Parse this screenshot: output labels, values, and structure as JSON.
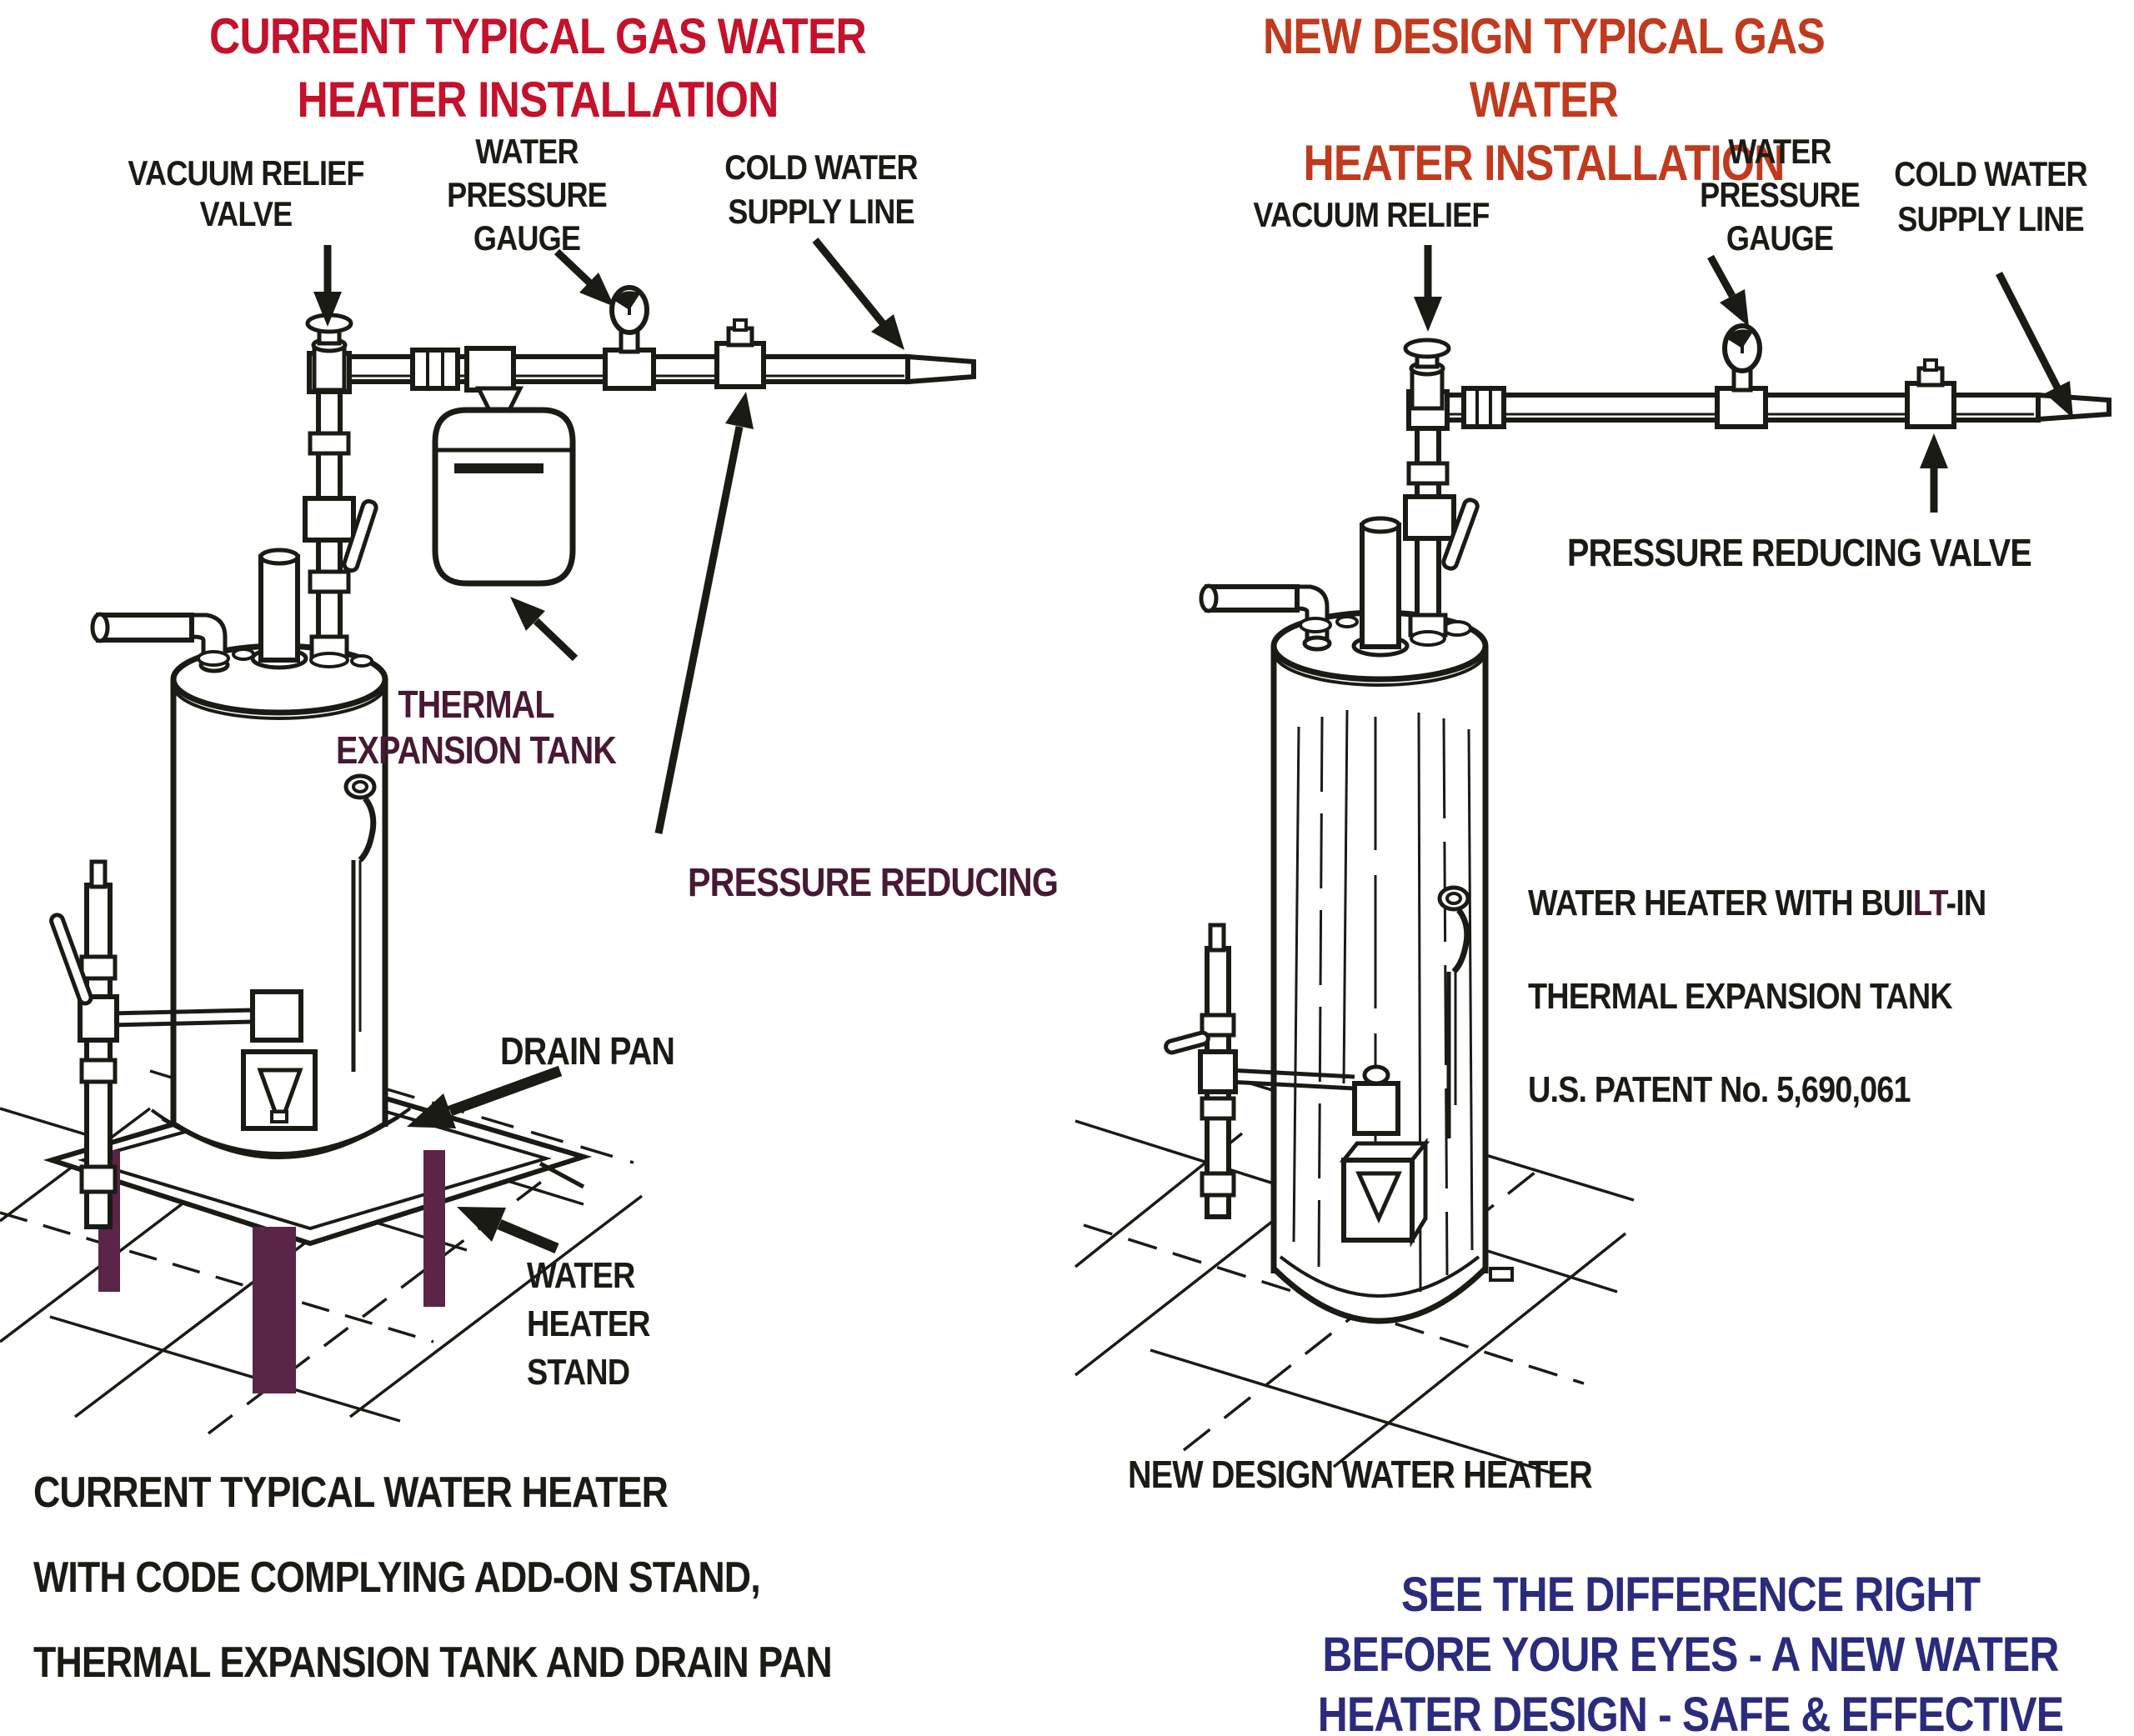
{
  "palette": {
    "paper": "#ffffff",
    "ink": "#1b1b15",
    "title-left": "#c5112b",
    "title-right": "#c13a1d",
    "maroon": "#471934",
    "navy": "#2b2b7d",
    "leg-plum": "#5a2547"
  },
  "left": {
    "title": [
      "CURRENT TYPICAL GAS WATER",
      "HEATER INSTALLATION"
    ],
    "labels": {
      "vacuum_relief": [
        "VACUUM RELIEF",
        "VALVE"
      ],
      "water_pressure_gauge": [
        "WATER",
        "PRESSURE",
        "GAUGE"
      ],
      "cold_water_supply": [
        "COLD WATER",
        "SUPPLY LINE"
      ],
      "thermal_expansion_tank": [
        "THERMAL",
        "EXPANSION TANK"
      ],
      "pressure_reducing": "PRESSURE REDUCING",
      "drain_pan": "DRAIN PAN",
      "water_heater_stand": [
        "WATER",
        "HEATER",
        "STAND"
      ]
    },
    "caption": [
      "CURRENT TYPICAL WATER HEATER",
      "WITH CODE COMPLYING ADD-ON STAND,",
      "THERMAL EXPANSION TANK AND DRAIN PAN"
    ]
  },
  "right": {
    "title": [
      "NEW DESIGN TYPICAL GAS WATER",
      "HEATER INSTALLATION"
    ],
    "labels": {
      "vacuum_relief": "VACUUM RELIEF",
      "water_pressure_gauge": [
        "WATER",
        "PRESSURE",
        "GAUGE"
      ],
      "cold_water_supply": [
        "COLD WATER",
        "SUPPLY LINE"
      ],
      "pressure_reducing_valve": "PRESSURE REDUCING VALVE",
      "builtin_note_prefix": "WATER HEATER WITH BUI",
      "builtin_note_accent": "LT",
      "builtin_note_suffix": "-IN",
      "builtin_note_line2": "THERMAL EXPANSION TANK",
      "builtin_note_line3": "U.S. PATENT No. 5,690,061"
    },
    "caption": "NEW DESIGN WATER HEATER",
    "tagline": [
      "SEE THE DIFFERENCE RIGHT",
      "BEFORE YOUR EYES - A NEW WATER",
      "HEATER DESIGN - SAFE & EFFECTIVE"
    ]
  }
}
